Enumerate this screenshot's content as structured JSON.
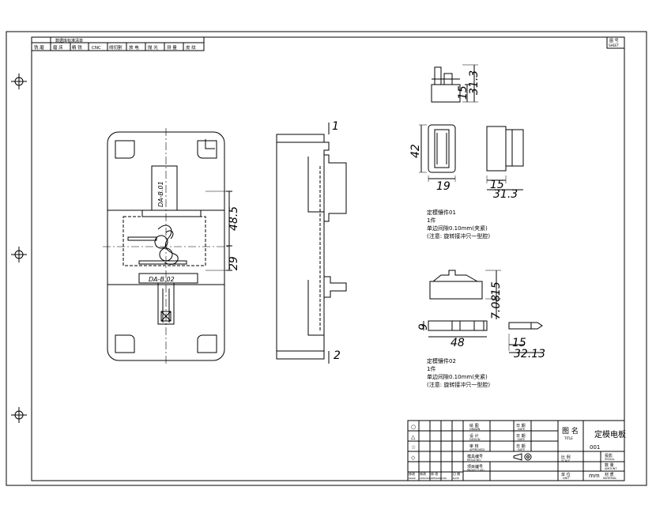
{
  "header_table": {
    "caption": "数据库标准清单",
    "columns": [
      "铣 磨",
      "磨 床",
      "精 铣",
      "CNC",
      "线切割",
      "放 电",
      "抛 光",
      "测 量",
      "皮 纹"
    ]
  },
  "sheet_box": {
    "label": "图 号",
    "sub": "SHEET"
  },
  "side_numbers": {
    "top": "1",
    "bottom": "2"
  },
  "dims": {
    "front_v1": "48.5",
    "front_v2": "29",
    "part1_w": "15",
    "part1_h": "31.3",
    "part1_side_h": "42",
    "part1_side_w": "19",
    "part1_end_w": "15",
    "part1_end_total": "31.3",
    "part2_h1": "15",
    "part2_h2": "7.08",
    "part2_small": "9",
    "part2_w": "48",
    "part2_end_w": "15",
    "part2_end_total": "32.13"
  },
  "part_labels": {
    "front_upper": "DA-B.01",
    "front_lower": "DA-B.02"
  },
  "notes": [
    {
      "title": "定模镶件01",
      "lines": [
        "1件",
        "单边间隙0.10mm(夹紧)",
        "(注意: 旋转接冲只一型腔)"
      ]
    },
    {
      "title": "定模镶件02",
      "lines": [
        "1件",
        "单边间隙0.10mm(夹紧)",
        "(注意: 旋转接冲只一型腔)"
      ]
    }
  ],
  "title_block": {
    "rev_symbols": [
      "○",
      "△",
      "☆",
      "◇"
    ],
    "rev_footer": [
      "修改",
      "修改",
      "修 改",
      "日 期"
    ],
    "rev_footer_en": [
      "MARK",
      "AMOUNT",
      "REMARK/CHK",
      "DATE"
    ],
    "left_labels": [
      {
        "cn": "绘 图",
        "en": "DRAWN"
      },
      {
        "cn": "设 计",
        "en": "DESIGN"
      },
      {
        "cn": "审 核",
        "en": "APPROVED"
      }
    ],
    "date_labels": [
      {
        "cn": "日 期",
        "en": "DATE"
      },
      {
        "cn": "日 期",
        "en": "DATE"
      },
      {
        "cn": "日 期",
        "en": "DATE"
      }
    ],
    "title_label": {
      "cn": "图 名",
      "en": "TITLE"
    },
    "title_value": "定模电板",
    "mold_no": {
      "cn": "模具编号",
      "en": "MOLD NO."
    },
    "project": {
      "cn": "项目编号",
      "en": "PROJECT NO."
    },
    "mold_no_value": "001",
    "projection_label": "投影",
    "projection_en": "VISUAL",
    "scale": {
      "cn": "比 例",
      "en": "SCALE"
    },
    "quantity": {
      "cn": "数 量",
      "en": "AMOUNT"
    },
    "unit": {
      "cn": "单 位",
      "en": "UNIT"
    },
    "unit_value": "mm",
    "material": {
      "cn": "材 质",
      "en": "MATERIAL"
    }
  }
}
